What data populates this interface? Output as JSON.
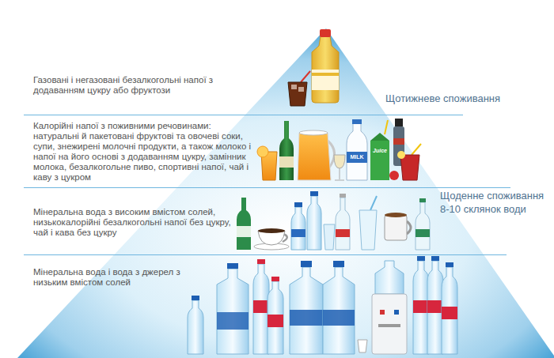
{
  "diagram": {
    "nodes": [
      {
        "text": [
          "Газовані і негазовані безалкогольні напої з додаванням цукру або фруктози"
        ]
      },
      {
        "text": [
          "Калорійні напої з поживними речовинами: натуральні й пакетовані фруктові та овочеві соки, супи, знежирені молочні продукти, а також молоко і напої на його основі з додаванням цукру, замінник молока, безалкогольне пиво, спортивні напої, чай і каву з цукром"
        ]
      },
      {
        "text": [
          "Мінеральна вода з високим вмістом солей, низькокалорійні безалкогольні напої без цукру, чай і кава без цукру"
        ]
      },
      {
        "text": [
          "Мінеральна вода і вода з джерел з низьким вмістом солей"
        ]
      }
    ],
    "labels": [
      "Щотижневе споживання",
      "Щоденне споживання 8-10 склянок води",
      "MILK",
      "Juice"
    ]
  }
}
